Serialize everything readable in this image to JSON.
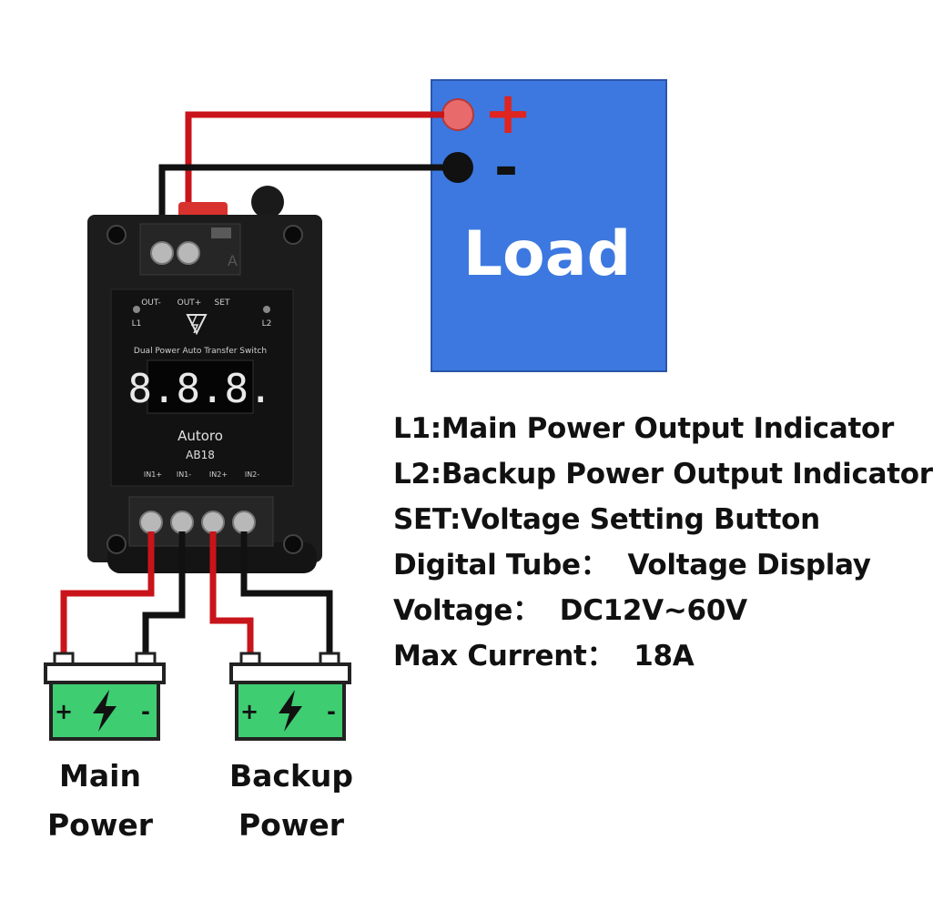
{
  "colors": {
    "red_wire": "#c8141a",
    "black_wire": "#111111",
    "load_fill": "#3c78e0",
    "battery_fill": "#3fcd72",
    "module_body": "#1c1c1c",
    "display_digits": "#e8e8e8"
  },
  "load": {
    "label": "Load",
    "positive_symbol": "+",
    "negative_symbol": "-"
  },
  "module": {
    "top_labels": [
      "OUT-",
      "OUT+",
      "SET"
    ],
    "led_left": "L1",
    "led_right": "L2",
    "subtitle": "Dual Power Auto Transfer Switch",
    "display": "8.8.8.",
    "brand": "Autoro",
    "model": "AB18",
    "bottom_labels": [
      "IN1+",
      "IN1-",
      "IN2+",
      "IN2-"
    ],
    "terminal_partial": "A",
    "logo_icon": "lightning-triangle-icon"
  },
  "batteries": [
    {
      "plus": "+",
      "minus": "-",
      "caption_line1": "Main",
      "caption_line2": "Power",
      "icon": "lightning-bolt-icon"
    },
    {
      "plus": "+",
      "minus": "-",
      "caption_line1": "Backup",
      "caption_line2": "Power",
      "icon": "lightning-bolt-icon"
    }
  ],
  "specs": [
    "L1:Main Power Output Indicator",
    "L2:Backup Power Output Indicator",
    "SET:Voltage Setting Button",
    "Digital Tube：  Voltage Display",
    "Voltage：  DC12V~60V",
    "Max Current：  18A"
  ]
}
